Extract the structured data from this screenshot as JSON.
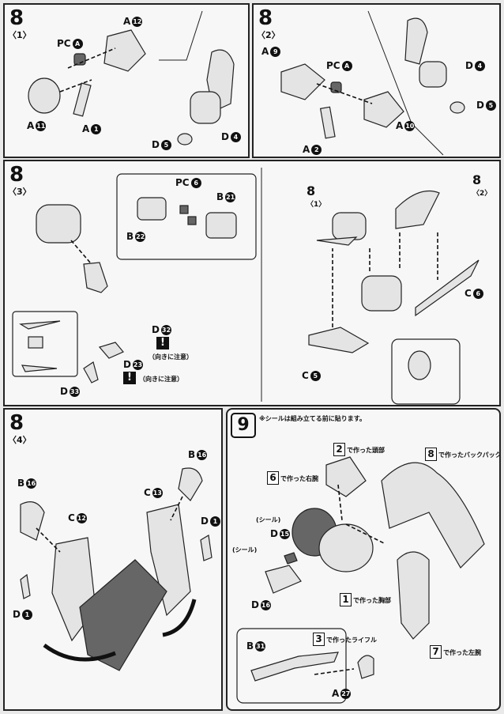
{
  "step8_1": {
    "number": "8",
    "sub": "〈1〉",
    "labels": {
      "a12": "A",
      "a12n": "12",
      "pca": "PC",
      "pcan": "A",
      "a11": "A",
      "a11n": "11",
      "a1": "A",
      "a1n": "1",
      "d5": "D",
      "d5n": "5",
      "d4": "D",
      "d4n": "4"
    }
  },
  "step8_2": {
    "number": "8",
    "sub": "〈2〉",
    "labels": {
      "a9": "A",
      "a9n": "9",
      "pca": "PC",
      "pcan": "A",
      "a10": "A",
      "a10n": "10",
      "a2": "A",
      "a2n": "2",
      "d4": "D",
      "d4n": "4",
      "d5": "D",
      "d5n": "5"
    }
  },
  "step8_3": {
    "number": "8",
    "sub": "〈3〉",
    "labels": {
      "pc6": "PC",
      "pc6n": "6",
      "b21": "B",
      "b21n": "21",
      "b22": "B",
      "b22n": "22",
      "d32": "D",
      "d32n": "32",
      "d23": "D",
      "d23n": "23",
      "d33": "D",
      "d33n": "33",
      "c5": "C",
      "c5n": "5",
      "c6": "C",
      "c6n": "6",
      "ref1": "8",
      "ref1s": "〈1〉",
      "ref2": "8",
      "ref2s": "〈2〉"
    },
    "note1": "（向きに注意）",
    "note2": "（向きに注意）",
    "warn": "!"
  },
  "step8_4": {
    "number": "8",
    "sub": "〈4〉",
    "labels": {
      "b16a": "B",
      "b16an": "16",
      "b16b": "B",
      "b16bn": "16",
      "c12": "C",
      "c12n": "12",
      "c13": "C",
      "c13n": "13",
      "d1a": "D",
      "d1an": "1",
      "d1b": "D",
      "d1bn": "1"
    }
  },
  "step9": {
    "number": "9",
    "note": "※シールは組み立てる前に貼ります。",
    "refs": [
      {
        "n": "2",
        "t": "で作った頭部"
      },
      {
        "n": "8",
        "t": "で作ったバックパック"
      },
      {
        "n": "6",
        "t": "で作った右腕"
      },
      {
        "n": "1",
        "t": "で作った胸部"
      },
      {
        "n": "3",
        "t": "で作ったライフル"
      },
      {
        "n": "7",
        "t": "で作った左腕"
      }
    ],
    "labels": {
      "d15": "D",
      "d15n": "15",
      "d16": "D",
      "d16n": "16",
      "b31": "B",
      "b31n": "31",
      "a27": "A",
      "a27n": "27",
      "seal1": "(シール)",
      "seal2": "(シール)"
    }
  }
}
